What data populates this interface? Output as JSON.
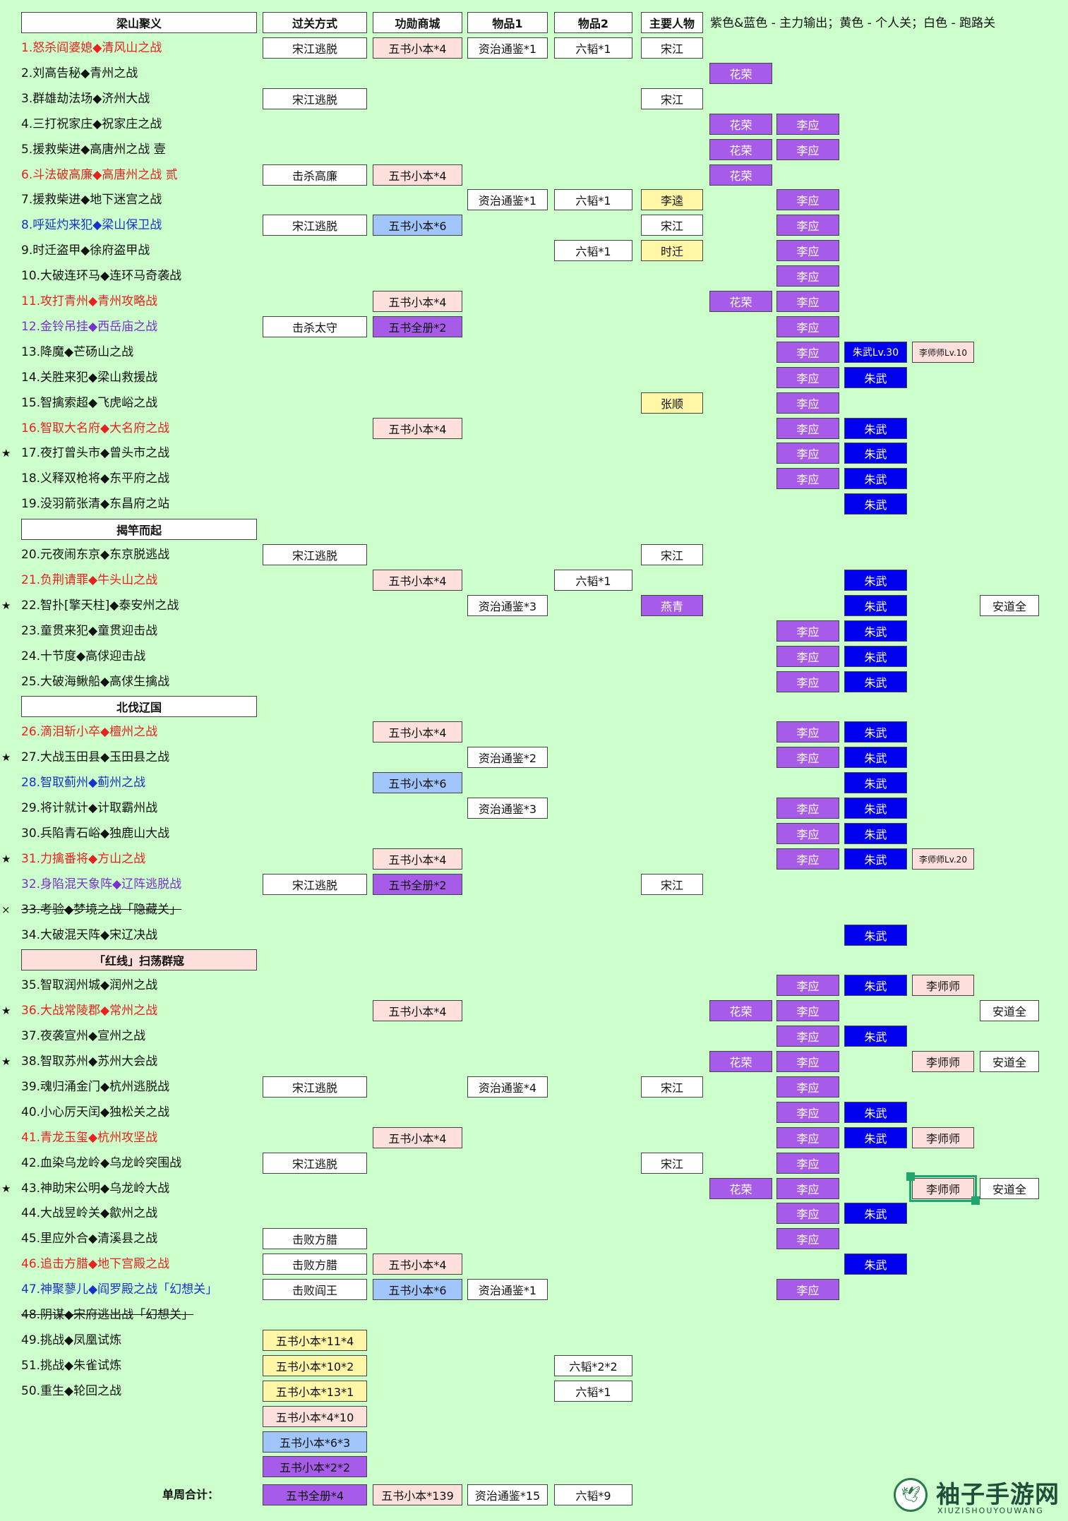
{
  "colors": {
    "background": "#ccffcc",
    "white": "#ffffff",
    "pink": "#fde0dc",
    "blue": "#9fc5fa",
    "purple": "#a65ce8",
    "navy": "#0000ee",
    "yellow": "#fff7a6",
    "stage_red": "#e8201f",
    "stage_blue": "#1533c9",
    "stage_purple": "#7a2fcf"
  },
  "legend_note": "紫色&蓝色 - 主力输出；黄色 - 个人关；白色 - 跑路关",
  "headers": {
    "chapter1": "梁山聚义",
    "method": "过关方式",
    "shop": "功勋商城",
    "item1": "物品1",
    "item2": "物品2",
    "character": "主要人物"
  },
  "sections": {
    "chapter2": "揭竿而起",
    "chapter3": "北伐辽国",
    "chapter4": "「红线」扫荡群寇"
  },
  "total": {
    "label": "单周合计：",
    "method": "五书全册*4",
    "shop": "五书小本*139",
    "item1": "资治通鉴*15",
    "item2": "六韬*9"
  },
  "watermark": {
    "text": "袖子手游网",
    "subtitle": "XIUZISHOUYOUWANG",
    "icon": "bird-logo-icon"
  },
  "rows": [
    {
      "stage": "1.怒杀阎婆媳◆清风山之战",
      "color": "red",
      "method": "宋江逃脱",
      "shop": "五书小本*4",
      "shop_c": "pink",
      "item1": "资治通鉴*1",
      "item2": "六韬*1",
      "char": "宋江"
    },
    {
      "stage": "2.刘高告秘◆青州之战",
      "c1": "花荣"
    },
    {
      "stage": "3.群雄劫法场◆济州大战",
      "method": "宋江逃脱",
      "char": "宋江"
    },
    {
      "stage": "4.三打祝家庄◆祝家庄之战",
      "c1": "花荣",
      "c2": "李应"
    },
    {
      "stage": "5.援救柴进◆高唐州之战 壹",
      "c1": "花荣",
      "c2": "李应"
    },
    {
      "stage": "6.斗法破高廉◆高唐州之战 贰",
      "color": "red",
      "method": "击杀高廉",
      "shop": "五书小本*4",
      "shop_c": "pink",
      "c1": "花荣"
    },
    {
      "stage": "7.援救柴进◆地下迷宫之战",
      "item1": "资治通鉴*1",
      "item2": "六韬*1",
      "char": "李逵",
      "char_c": "yellow",
      "c2": "李应"
    },
    {
      "stage": "8.呼延灼来犯◆梁山保卫战",
      "color": "blue",
      "method": "宋江逃脱",
      "shop": "五书小本*6",
      "shop_c": "blue",
      "char": "宋江",
      "c2": "李应"
    },
    {
      "stage": "9.时迁盗甲◆徐府盗甲战",
      "item2": "六韬*1",
      "char": "时迁",
      "char_c": "yellow",
      "c2": "李应"
    },
    {
      "stage": "10.大破连环马◆连环马奇袭战",
      "c2": "李应"
    },
    {
      "stage": "11.攻打青州◆青州攻略战",
      "color": "red",
      "shop": "五书小本*4",
      "shop_c": "pink",
      "c1": "花荣",
      "c2": "李应"
    },
    {
      "stage": "12.金铃吊挂◆西岳庙之战",
      "color": "purple",
      "method": "击杀太守",
      "shop": "五书全册*2",
      "shop_c": "purple",
      "c2": "李应"
    },
    {
      "stage": "13.降魔◆芒砀山之战",
      "c2": "李应",
      "c3": "朱武Lv.30",
      "c4": "李师师Lv.10",
      "c4_small": true
    },
    {
      "stage": "14.关胜来犯◆梁山救援战",
      "c2": "李应",
      "c3": "朱武"
    },
    {
      "stage": "15.智擒索超◆飞虎峪之战",
      "char": "张顺",
      "char_c": "yellow",
      "c2": "李应"
    },
    {
      "stage": "16.智取大名府◆大名府之战",
      "color": "red",
      "shop": "五书小本*4",
      "shop_c": "pink",
      "c2": "李应",
      "c3": "朱武"
    },
    {
      "stage": "17.夜打曾头市◆曾头市之战",
      "mark": "★",
      "c2": "李应",
      "c3": "朱武"
    },
    {
      "stage": "18.义释双枪将◆东平府之战",
      "c2": "李应",
      "c3": "朱武"
    },
    {
      "stage": "19.没羽箭张清◆东昌府之站",
      "c3": "朱武"
    },
    {
      "section": "chapter2"
    },
    {
      "stage": "20.元夜闹东京◆东京脱逃战",
      "method": "宋江逃脱",
      "char": "宋江"
    },
    {
      "stage": "21.负荆请罪◆牛头山之战",
      "color": "red",
      "shop": "五书小本*4",
      "shop_c": "pink",
      "item2": "六韬*1",
      "c3": "朱武"
    },
    {
      "stage": "22.智扑[擎天柱]◆泰安州之战",
      "mark": "★",
      "item1": "资治通鉴*3",
      "char": "燕青",
      "char_c": "purple",
      "c3": "朱武",
      "c5": "安道全"
    },
    {
      "stage": "23.童贯来犯◆童贯迎击战",
      "c2": "李应",
      "c3": "朱武"
    },
    {
      "stage": "24.十节度◆高俅迎击战",
      "c2": "李应",
      "c3": "朱武"
    },
    {
      "stage": "25.大破海鳅船◆高俅生擒战",
      "c2": "李应",
      "c3": "朱武"
    },
    {
      "section": "chapter3"
    },
    {
      "stage": "26.滴泪斩小卒◆檀州之战",
      "color": "red",
      "shop": "五书小本*4",
      "shop_c": "pink",
      "c2": "李应",
      "c3": "朱武"
    },
    {
      "stage": "27.大战玉田县◆玉田县之战",
      "mark": "★",
      "item1": "资治通鉴*2",
      "c2": "李应",
      "c3": "朱武"
    },
    {
      "stage": "28.智取蓟州◆蓟州之战",
      "color": "blue",
      "shop": "五书小本*6",
      "shop_c": "blue",
      "c3": "朱武"
    },
    {
      "stage": "29.将计就计◆计取霸州战",
      "item1": "资治通鉴*3",
      "c2": "李应",
      "c3": "朱武"
    },
    {
      "stage": "30.兵陷青石峪◆独鹿山大战",
      "c2": "李应",
      "c3": "朱武"
    },
    {
      "stage": "31.力擒番将◆方山之战",
      "color": "red",
      "mark": "★",
      "shop": "五书小本*4",
      "shop_c": "pink",
      "c2": "李应",
      "c3": "朱武",
      "c4": "李师师Lv.20",
      "c4_small": true
    },
    {
      "stage": "32.身陷混天象阵◆辽阵逃脱战",
      "color": "purple",
      "method": "宋江逃脱",
      "shop": "五书全册*2",
      "shop_c": "purple",
      "char": "宋江"
    },
    {
      "stage": "33.考验◆梦境之战「隐藏关」",
      "mark": "×",
      "strike": true
    },
    {
      "stage": "34.大破混天阵◆宋辽决战",
      "c3": "朱武"
    },
    {
      "section": "chapter4"
    },
    {
      "stage": "35.智取润州城◆润州之战",
      "c2": "李应",
      "c3": "朱武",
      "c4": "李师师"
    },
    {
      "stage": "36.大战常陵郡◆常州之战",
      "color": "red",
      "mark": "★",
      "shop": "五书小本*4",
      "shop_c": "pink",
      "c1": "花荣",
      "c2": "李应",
      "c5": "安道全"
    },
    {
      "stage": "37.夜袭宣州◆宣州之战",
      "c2": "李应",
      "c3": "朱武"
    },
    {
      "stage": "38.智取苏州◆苏州大会战",
      "mark": "★",
      "c1": "花荣",
      "c2": "李应",
      "c4": "李师师",
      "c5": "安道全"
    },
    {
      "stage": "39.魂归涌金门◆杭州逃脱战",
      "method": "宋江逃脱",
      "item1": "资治通鉴*4",
      "char": "宋江",
      "c2": "李应"
    },
    {
      "stage": "40.小心厉天闰◆独松关之战",
      "c2": "李应",
      "c3": "朱武"
    },
    {
      "stage": "41.青龙玉玺◆杭州攻坚战",
      "color": "red",
      "shop": "五书小本*4",
      "shop_c": "pink",
      "c2": "李应",
      "c3": "朱武",
      "c4": "李师师"
    },
    {
      "stage": "42.血染乌龙岭◆乌龙岭突围战",
      "method": "宋江逃脱",
      "char": "宋江",
      "c2": "李应"
    },
    {
      "stage": "43.神助宋公明◆乌龙岭大战",
      "mark": "★",
      "c1": "花荣",
      "c2": "李应",
      "c4": "李师师",
      "c4_sel": true,
      "c5": "安道全"
    },
    {
      "stage": "44.大战昱岭关◆歙州之战",
      "c2": "李应",
      "c3": "朱武"
    },
    {
      "stage": "45.里应外合◆清溪县之战",
      "method": "击败方腊",
      "c2": "李应"
    },
    {
      "stage": "46.追击方腊◆地下宫殿之战",
      "color": "red",
      "method": "击败方腊",
      "shop": "五书小本*4",
      "shop_c": "pink",
      "c3": "朱武"
    },
    {
      "stage": "47.神聚蓼儿◆阎罗殿之战「幻想关」",
      "color": "blue",
      "method": "击败阎王",
      "shop": "五书小本*6",
      "shop_c": "blue",
      "item1": "资治通鉴*1",
      "c2": "李应"
    },
    {
      "stage": "48.阴谋◆宋府逃出战「幻想关」",
      "strike": true
    },
    {
      "stage": "49.挑战◆凤凰试炼",
      "method": "五书小本*11*4",
      "method_c": "yellow"
    },
    {
      "stage": "51.挑战◆朱雀试炼",
      "method": "五书小本*10*2",
      "method_c": "yellow",
      "item2": "六韬*2*2"
    },
    {
      "stage": "50.重生◆轮回之战",
      "method": "五书小本*13*1",
      "method_c": "yellow",
      "item2": "六韬*1"
    },
    {
      "method": "五书小本*4*10",
      "method_c": "pink"
    },
    {
      "method": "五书小本*6*3",
      "method_c": "blue"
    },
    {
      "method": "五书小本*2*2",
      "method_c": "purple"
    }
  ]
}
